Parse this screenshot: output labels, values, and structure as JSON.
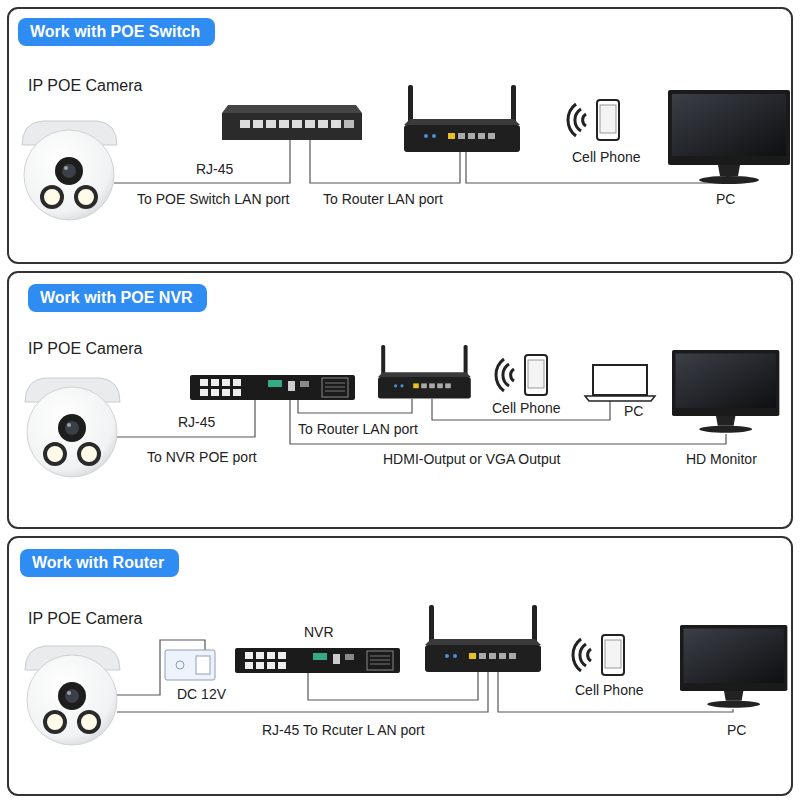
{
  "diagram": {
    "nodes": [
      {
        "text": [
          "Work with POE Switch"
        ]
      },
      {
        "text": [
          "Work with POE NVR"
        ]
      },
      {
        "text": [
          "Work with Router"
        ]
      }
    ],
    "labels": [
      "IP POE Camera",
      "Cell Phone",
      "RJ-45",
      "To POE Switch LAN port",
      "To Router LAN port",
      "PC",
      "IP POE Camera",
      "Cell Phone",
      "PC",
      "RJ-45",
      "To Router LAN port",
      "To NVR POE port",
      "HDMI-Output or VGA Output",
      "HD Monitor",
      "IP POE Camera",
      "NVR",
      "DC 12V",
      "Cell Phone",
      "RJ-45 To Rcuter L AN port",
      "PC"
    ]
  }
}
